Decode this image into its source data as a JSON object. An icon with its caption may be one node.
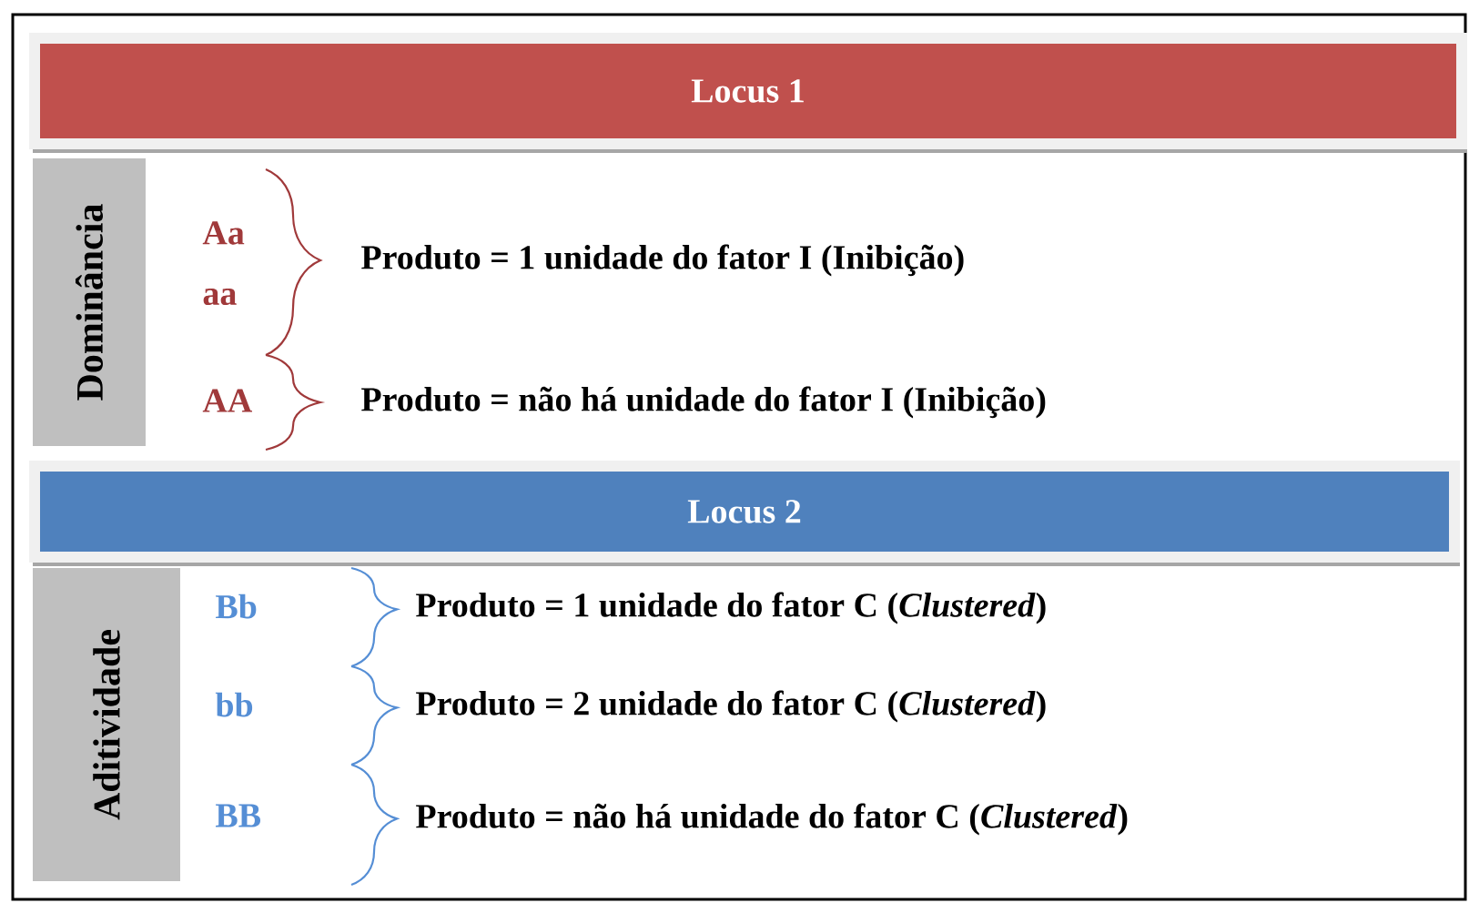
{
  "diagram": {
    "nodes": [
      {
        "text": [
          "Locus 1"
        ]
      },
      {
        "text": [
          "Dominância"
        ]
      },
      {
        "text": [
          "Locus 2"
        ]
      },
      {
        "text": [
          "Aditividade"
        ]
      }
    ],
    "labels": [
      "Aa",
      "aa",
      "Produto = 1 unidade do fator I (Inibição)",
      "AA",
      "Produto = não há unidade do fator I (Inibição)",
      "Bb",
      "Produto = 1 unidade do fator C (*Clustered*)",
      "bb",
      "Produto = 2 unidade do fator C (*Clustered*)",
      "BB",
      "Produto = não há unidade do fator C (*Clustered*)"
    ]
  }
}
